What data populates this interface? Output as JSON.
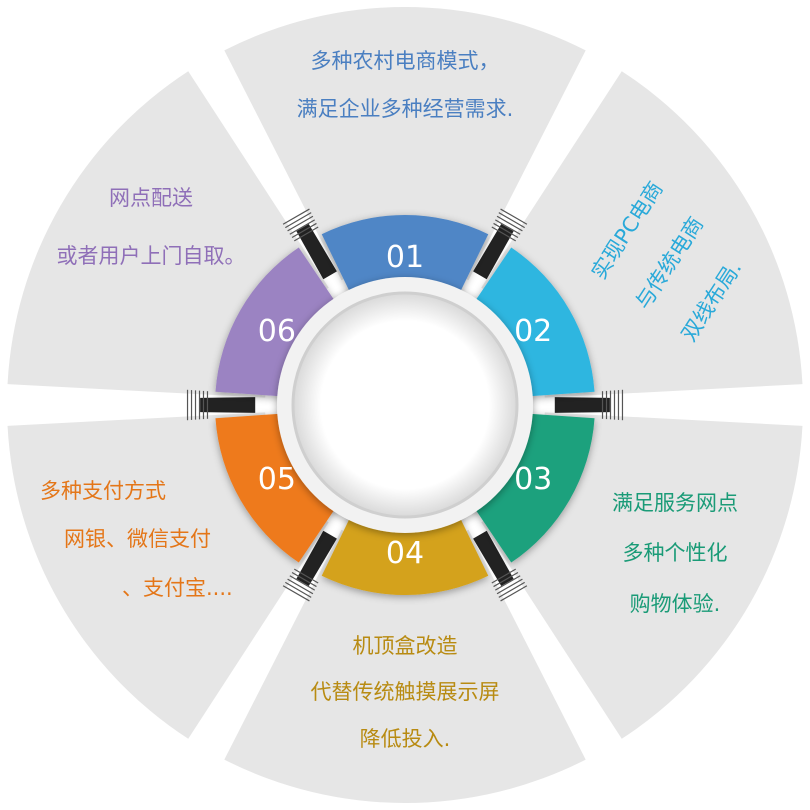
{
  "segments": [
    {
      "number": "01",
      "color": "#4f86c6",
      "text_color": "#4a7fc1",
      "lines": [
        "多种农村电商模式，",
        "满足企业多种经营需求."
      ]
    },
    {
      "number": "02",
      "color": "#2fb6e0",
      "text_color": "#29a9d9",
      "lines": [
        "实现PC电商",
        "与传统电商",
        "双线布局."
      ]
    },
    {
      "number": "03",
      "color": "#1aa17d",
      "text_color": "#1a9b77",
      "lines": [
        "满足服务网点",
        "多种个性化",
        "购物体验."
      ]
    },
    {
      "number": "04",
      "color": "#d4a21a",
      "text_color": "#b88b12",
      "lines": [
        "机顶盒改造",
        "代替传统触摸展示屏",
        "降低投入."
      ]
    },
    {
      "number": "05",
      "color": "#ee7a1a",
      "text_color": "#e47618",
      "lines": [
        "多种支付方式",
        "网银、微信支付",
        "、支付宝...."
      ]
    },
    {
      "number": "06",
      "color": "#9b83c2",
      "text_color": "#8f6fb8",
      "lines": [
        "网点配送",
        "或者用户上门自取。"
      ]
    }
  ],
  "colors": {
    "outer_ring": "#e6e6e6",
    "gap": "#ffffff",
    "center": "#ffffff",
    "arrow": "#222222"
  }
}
